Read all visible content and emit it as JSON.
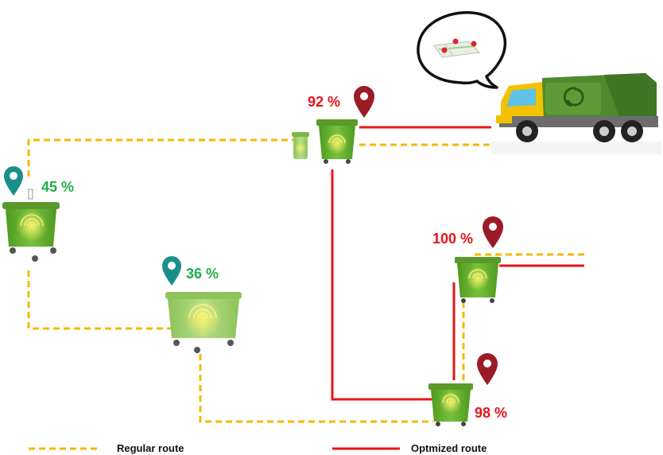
{
  "bins": [
    {
      "id": "bin-left",
      "level": "45 %",
      "status": "normal"
    },
    {
      "id": "bin-mid",
      "level": "36 %",
      "status": "normal"
    },
    {
      "id": "bin-top",
      "level": "92 %",
      "status": "full"
    },
    {
      "id": "bin-right-upper",
      "level": "100 %",
      "status": "full"
    },
    {
      "id": "bin-bottom",
      "level": "98 %",
      "status": "full"
    }
  ],
  "legend": {
    "regular_label": "Regular route",
    "optimized_label": "Optmized route"
  },
  "colors": {
    "regular_route": "#f5b800",
    "optimized_route": "#e8141b",
    "pin_normal": "#1a8f8a",
    "pin_full": "#9b1c26",
    "text_normal": "#1fae4a",
    "text_full": "#e8141b",
    "bin_green": "#5fa82a",
    "truck_body": "#4f8a2e",
    "truck_cab": "#f2c200"
  },
  "icons": [
    "map-pin-icon",
    "smart-bin-icon",
    "garbage-truck-icon",
    "map-icon",
    "speech-bubble-icon"
  ]
}
